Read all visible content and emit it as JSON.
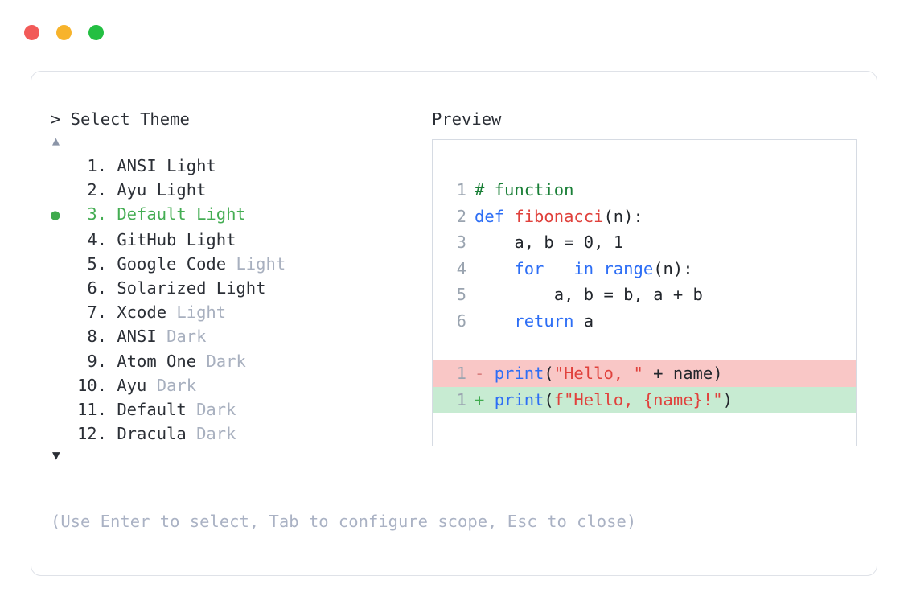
{
  "window": {
    "traffic_lights": [
      {
        "name": "close",
        "color": "#f25a58"
      },
      {
        "name": "minimize",
        "color": "#f7b32b"
      },
      {
        "name": "maximize",
        "color": "#23bf42"
      }
    ]
  },
  "left_panel": {
    "prompt": ">",
    "title": "> Select Theme",
    "scroll_up_indicator": "▲",
    "scroll_down_indicator": "▼",
    "selected_index": 3,
    "selected_bullet": "●",
    "items": [
      {
        "num": "1.",
        "name": "ANSI",
        "variant": "Light",
        "variant_dim": false,
        "selected": false
      },
      {
        "num": "2.",
        "name": "Ayu",
        "variant": "Light",
        "variant_dim": false,
        "selected": false
      },
      {
        "num": "3.",
        "name": "Default",
        "variant": "Light",
        "variant_dim": false,
        "selected": true
      },
      {
        "num": "4.",
        "name": "GitHub",
        "variant": "Light",
        "variant_dim": false,
        "selected": false
      },
      {
        "num": "5.",
        "name": "Google Code",
        "variant": "Light",
        "variant_dim": true,
        "selected": false
      },
      {
        "num": "6.",
        "name": "Solarized",
        "variant": "Light",
        "variant_dim": false,
        "selected": false
      },
      {
        "num": "7.",
        "name": "Xcode",
        "variant": "Light",
        "variant_dim": true,
        "selected": false
      },
      {
        "num": "8.",
        "name": "ANSI",
        "variant": "Dark",
        "variant_dim": true,
        "selected": false
      },
      {
        "num": "9.",
        "name": "Atom One",
        "variant": "Dark",
        "variant_dim": true,
        "selected": false
      },
      {
        "num": "10.",
        "name": "Ayu",
        "variant": "Dark",
        "variant_dim": true,
        "selected": false
      },
      {
        "num": "11.",
        "name": "Default",
        "variant": "Dark",
        "variant_dim": true,
        "selected": false
      },
      {
        "num": "12.",
        "name": "Dracula",
        "variant": "Dark",
        "variant_dim": true,
        "selected": false
      }
    ]
  },
  "right_panel": {
    "title": "Preview",
    "code_lines": [
      {
        "ln": "1",
        "tokens": [
          {
            "t": "# function",
            "c": "comment"
          }
        ]
      },
      {
        "ln": "2",
        "tokens": [
          {
            "t": "def ",
            "c": "kw"
          },
          {
            "t": "fibonacci",
            "c": "fn"
          },
          {
            "t": "(n):",
            "c": "plain"
          }
        ]
      },
      {
        "ln": "3",
        "tokens": [
          {
            "t": "    a, b = 0, 1",
            "c": "plain"
          }
        ]
      },
      {
        "ln": "4",
        "tokens": [
          {
            "t": "    ",
            "c": "plain"
          },
          {
            "t": "for",
            "c": "kw"
          },
          {
            "t": " _ ",
            "c": "plain"
          },
          {
            "t": "in",
            "c": "kw"
          },
          {
            "t": " ",
            "c": "plain"
          },
          {
            "t": "range",
            "c": "builtin"
          },
          {
            "t": "(n):",
            "c": "plain"
          }
        ]
      },
      {
        "ln": "5",
        "tokens": [
          {
            "t": "        a, b = b, a + b",
            "c": "plain"
          }
        ]
      },
      {
        "ln": "6",
        "tokens": [
          {
            "t": "    ",
            "c": "plain"
          },
          {
            "t": "return",
            "c": "kw"
          },
          {
            "t": " a",
            "c": "plain"
          }
        ]
      }
    ],
    "diff_lines": [
      {
        "ln": "1",
        "kind": "del",
        "marker": "-",
        "tokens": [
          {
            "t": "print",
            "c": "builtin"
          },
          {
            "t": "(",
            "c": "plain"
          },
          {
            "t": "\"Hello, \"",
            "c": "str"
          },
          {
            "t": " + name)",
            "c": "plain"
          }
        ]
      },
      {
        "ln": "1",
        "kind": "add",
        "marker": "+",
        "tokens": [
          {
            "t": "print",
            "c": "builtin"
          },
          {
            "t": "(",
            "c": "plain"
          },
          {
            "t": "f\"Hello, {name}!\"",
            "c": "str"
          },
          {
            "t": ")",
            "c": "plain"
          }
        ]
      }
    ]
  },
  "footer": {
    "hint": "(Use Enter to select, Tab to configure scope, Esc to close)"
  },
  "colors": {
    "accent_green": "#44ad53",
    "dim_text": "#a8b0bf",
    "diff_del_bg": "#f9c7c6",
    "diff_add_bg": "#c7ebd2",
    "border": "#dfe2e8"
  }
}
